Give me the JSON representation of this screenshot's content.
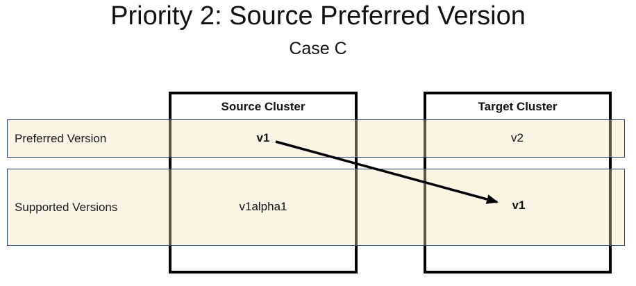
{
  "title": "Priority 2: Source Preferred Version",
  "subtitle": "Case C",
  "table": {
    "column_headers": [
      "Source Cluster",
      "Target Cluster"
    ],
    "rows": [
      {
        "label": "Preferred Version",
        "cells": {
          "source": "v1",
          "target": "v2"
        }
      },
      {
        "label": "Supported Versions",
        "cells": {
          "source": "v1alpha1",
          "target": "v1"
        }
      }
    ]
  },
  "arrow": {
    "from": "source-preferred-version-v1",
    "to": "target-supported-version-v1"
  },
  "colors": {
    "row_fill": "#F7E6BC",
    "row_fill_opacity": "0.38",
    "row_border": "#26436F",
    "cluster_border": "#000000",
    "arrow": "#000000",
    "text": "#111111",
    "background": "#FFFFFF"
  }
}
